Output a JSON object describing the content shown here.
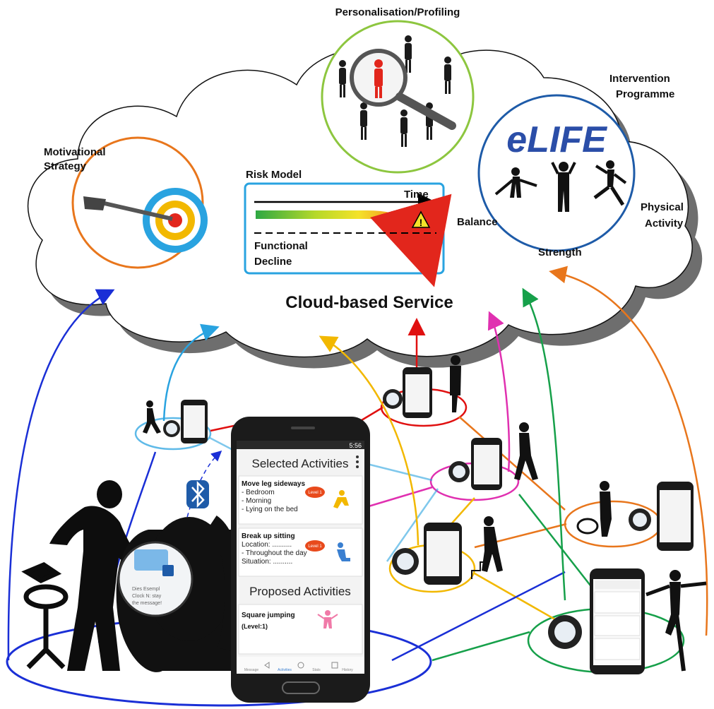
{
  "labels": {
    "personalisation": "Personalisation/Profiling",
    "intervention_1": "Intervention",
    "intervention_2": "Programme",
    "motivational_1": "Motivational",
    "motivational_2": "Strategy",
    "risk_model": "Risk Model",
    "time": "Time",
    "functional_1": "Functional",
    "functional_2": "Decline",
    "cloud_service": "Cloud-based Service",
    "balance": "Balance",
    "strength": "Strength",
    "physical_1": "Physical",
    "physical_2": "Activity",
    "elife_logo": "eLIFE"
  },
  "phone": {
    "status_time": "5:56",
    "selected_title": "Selected Activities",
    "card1_title": "Move leg sideways",
    "card1_lines": [
      "- Bedroom",
      "- Morning",
      "- Lying on the bed"
    ],
    "card1_badge": "Level 1",
    "card2_title": "Break up sitting",
    "card2_lines": [
      "Location: ..........",
      "- Throughout the day",
      "Situation: .........."
    ],
    "card2_badge": "Level 1",
    "proposed_title": "Proposed Activities",
    "card3_title": "Square jumping",
    "card3_level": "(Level:1)",
    "nav": [
      "Message",
      "Activities",
      "Stats",
      "History"
    ]
  },
  "watch": {
    "line1": "Dies Esempl",
    "line2": "Clock N: stay",
    "line3": "the message!"
  },
  "colors": {
    "link_blue": "#1a2fd6",
    "link_lightblue": "#29a3e0",
    "link_red": "#e01010",
    "link_magenta": "#e030b0",
    "link_yellow": "#f2b800",
    "link_green": "#16a04a",
    "link_orange": "#e8761c",
    "profiling_circle": "#8dc63f",
    "motivational_circle": "#e8761c",
    "intervention_circle": "#1e5ba8",
    "risk_box": "#29a3e0"
  }
}
